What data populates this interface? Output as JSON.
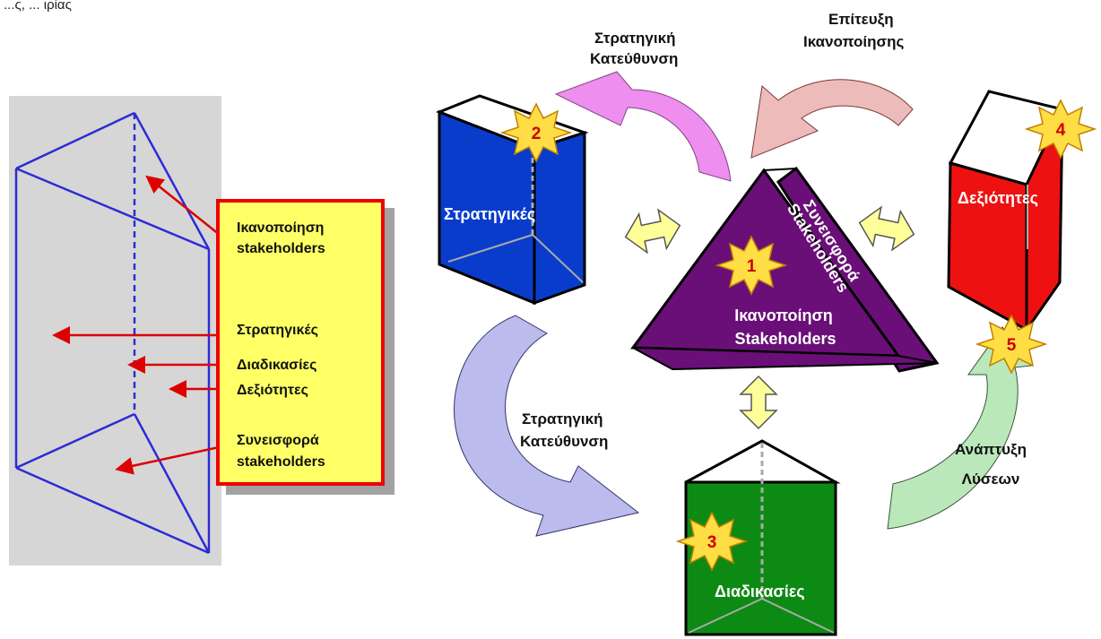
{
  "top_text_fragment": "...ς, ... ιρίας",
  "left_panel": {
    "legend": {
      "stakeholder_satisfaction": [
        "Ικανοποίηση",
        "stakeholders"
      ],
      "strategies": "Στρατηγικές",
      "processes": "Διαδικασίες",
      "capabilities": "Δεξιότητες",
      "stakeholder_contribution": [
        "Συνεισφορά",
        "stakeholders"
      ]
    }
  },
  "right_panel": {
    "arrow_labels": {
      "strategic_direction_top": [
        "Στρατηγική",
        "Κατεύθυνση"
      ],
      "achieve_satisfaction": [
        "Επίτευξη",
        "Ικανοποίησης"
      ],
      "strategic_direction_bottom": [
        "Στρατηγική",
        "Κατεύθυνση"
      ],
      "develop_solutions": [
        "Ανάπτυξη",
        "Λύσεων"
      ]
    },
    "prisms": {
      "strategies": {
        "label": "Στρατηγικές",
        "number": "2",
        "color": "#0a3ccc"
      },
      "capabilities": {
        "label": "Δεξιότητες",
        "number": "4",
        "color": "#ee1111"
      },
      "processes": {
        "label": "Διαδικασίες",
        "number": "3",
        "color": "#0d8a14"
      },
      "center": {
        "number": "1",
        "label": [
          "Ικανοποίηση",
          "Stakeholders"
        ],
        "side_label": [
          "Συνεισφορά",
          "Stakeholders"
        ],
        "color": "#6a0f78"
      }
    },
    "star5": {
      "number": "5"
    }
  },
  "colors": {
    "prism_outline": "#2c2cd6",
    "legend_fill": "#ffff66",
    "legend_border": "#ee0000",
    "pointer": "#dd0000",
    "badge_fill": "#ffdd44",
    "double_arrow_fill": "#ffff99"
  }
}
